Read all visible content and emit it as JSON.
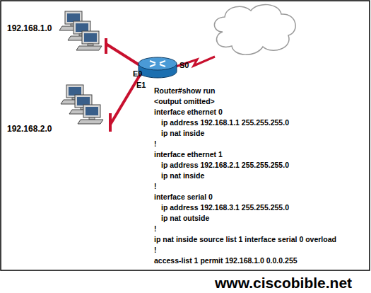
{
  "diagram": {
    "nodes": [
      {
        "text": [
          "192.168.1.0"
        ]
      },
      {
        "text": [
          "192.168.2.0"
        ]
      }
    ],
    "labels": [
      "E0",
      "E1",
      "S0",
      "Router#show run",
      "<output omitted>",
      "interface ethernet 0",
      "ip address 192.168.1.1 255.255.255.0",
      "ip nat inside",
      "!",
      "interface ethernet 1",
      "ip address 192.168.2.1 255.255.255.0",
      "ip nat inside",
      "!",
      "interface serial 0",
      "ip address 192.168.3.1 255.255.255.0",
      "ip nat outside",
      "!",
      "ip nat inside source list 1 interface serial 0 overload",
      "!",
      "access-list 1 permit 192.168.1.0 0.0.0.255",
      "www.ciscobible.net"
    ]
  }
}
